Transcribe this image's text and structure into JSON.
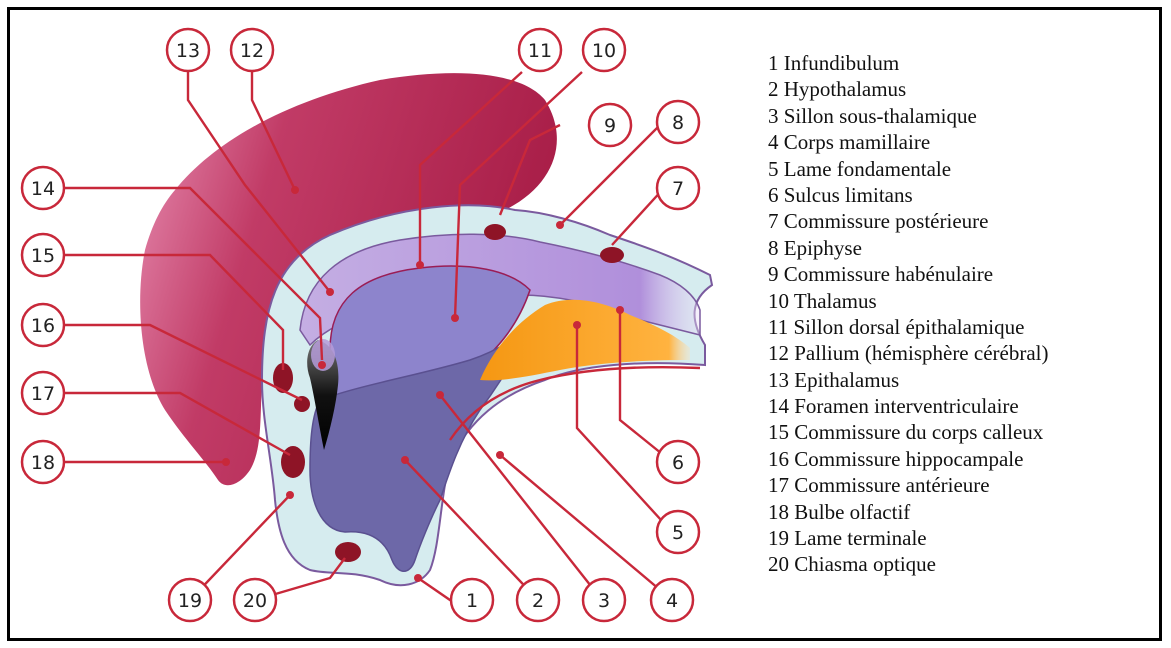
{
  "legend": [
    "1 Infundibulum",
    "2 Hypothalamus",
    "3 Sillon sous-thalamique",
    "4 Corps mamillaire",
    "5 Lame fondamentale",
    "6 Sulcus limitans",
    "7 Commissure postérieure",
    "8 Epiphyse",
    "9 Commissure habénulaire",
    "10 Thalamus",
    "11 Sillon dorsal épithalamique",
    "12 Pallium (hémisphère cérébral)",
    "13 Epithalamus",
    "14 Foramen interventriculaire",
    "15 Commissure du corps calleux",
    "16 Commissure hippocampale",
    "17 Commissure antérieure",
    "18 Bulbe olfactif",
    "19 Lame terminale",
    "20 Chiasma optique"
  ],
  "callouts": [
    "1",
    "2",
    "3",
    "4",
    "5",
    "6",
    "7",
    "8",
    "9",
    "10",
    "11",
    "12",
    "13",
    "14",
    "15",
    "16",
    "17",
    "18",
    "19",
    "20"
  ],
  "colors": {
    "pallium": "#b5264f",
    "pallium_light": "#e07aa2",
    "outer_membrane": "#d6ecef",
    "epithalamus": "#b59bd8",
    "thalamus": "#8d84cc",
    "hypothalamus": "#6f6aa8",
    "lame_fondamentale": "#f79a1a",
    "callout_red": "#c8283a",
    "commissure": "#8e1426"
  }
}
